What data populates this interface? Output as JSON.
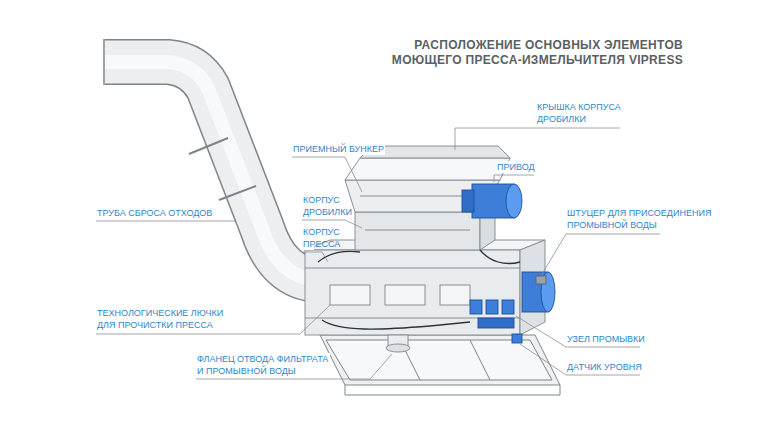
{
  "diagram": {
    "title": "РАСПОЛОЖЕНИЕ ОСНОВНЫХ ЭЛЕМЕНТОВ МОЮЩЕГО ПРЕССА-ИЗМЕЛЬЧИТЕЛЯ VIPRESS",
    "labels": [
      "КРЫШКА КОРПУСА ДРОБИЛКИ",
      "ПРИЕМНЫЙ БУНКЕР",
      "ПРИВОД",
      "ТРУБА СБРОСА ОТХОДОВ",
      "КОРПУС ДРОБИЛКИ",
      "КОРПУС ПРЕССА",
      "ШТУЦЕР ДЛЯ ПРИСОЕДИНЕНИЯ ПРОМЫВНОЙ ВОДЫ",
      "ТЕХНОЛОГИЧЕСКИЕ ЛЮЧКИ ДЛЯ ПРОЧИСТКИ ПРЕССА",
      "УЗЕЛ ПРОМЫВКИ",
      "ФЛАНЕЦ ОТВОДА ФИЛЬТРАТА И ПРОМЫВНОЙ ВОДЫ",
      "ДАТЧИК УРОВНЯ"
    ]
  }
}
